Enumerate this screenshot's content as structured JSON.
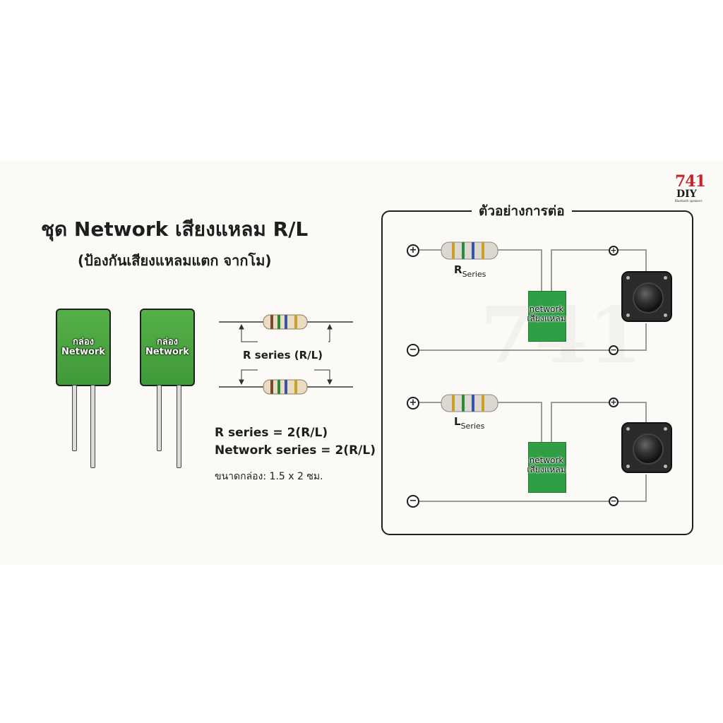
{
  "logo": {
    "number": "741",
    "brand": "DIY",
    "tagline": "Bluetooth speakers"
  },
  "title": "ชุด Network เสียงแหลม R/L",
  "subtitle": "(ป้องกันเสียงแหลมแตก จากโม)",
  "boxes": [
    {
      "line1": "กล่อง",
      "line2": "Network"
    },
    {
      "line1": "กล่อง",
      "line2": "Network"
    }
  ],
  "resistor_label": "R series (R/L)",
  "equations": {
    "r_series": "R series = 2(R/L)",
    "network_series": "Network series = 2(R/L)"
  },
  "size_note": "ขนาดกล่อง: 1.5 x 2 ซม.",
  "diagram": {
    "title": "ตัวอย่างการต่อ",
    "plus_symbol": "+",
    "minus_symbol": "−",
    "right_channel": {
      "label_main": "R",
      "label_sub": "Series",
      "module_line1": "network",
      "module_line2": "เสียงแหลม"
    },
    "left_channel": {
      "label_main": "L",
      "label_sub": "Series",
      "module_line1": "network",
      "module_line2": "เสียงแหลม"
    }
  },
  "colors": {
    "box_green": "#4aa843",
    "module_green": "#2f9e44",
    "logo_red": "#c8232c",
    "wire_gray": "#9a9a9a"
  }
}
